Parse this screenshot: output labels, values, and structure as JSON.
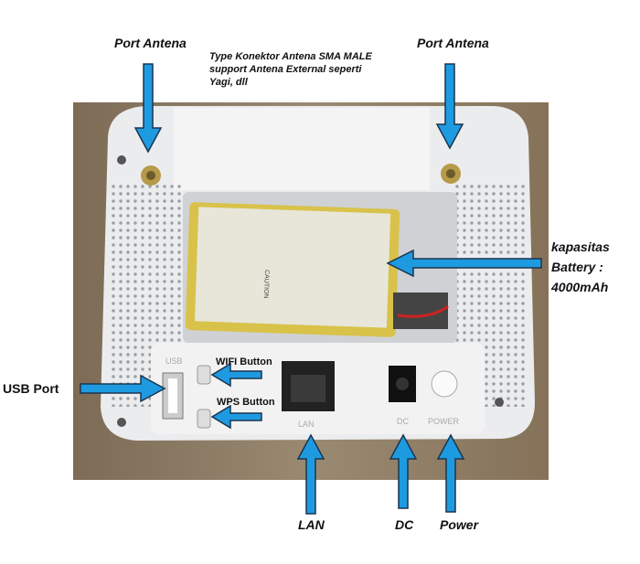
{
  "labels": {
    "antenna_left": "Port Antena",
    "antenna_right": "Port Antena",
    "antenna_note": "Type Konektor Antena SMA MALE\nsupport Antena External seperti\nYagi, dll",
    "battery": "kapasitas\nBattery :\n4000mAh",
    "usb": "USB Port",
    "wifi": "WIFI Button",
    "wps": "WPS Button",
    "lan": "LAN",
    "dc": "DC",
    "power": "Power"
  },
  "device_print": {
    "usb": "USB",
    "lan": "LAN",
    "dc": "DC",
    "power": "POWER",
    "battery_caution": "CAUTION"
  },
  "colors": {
    "arrow": "#1e9be0",
    "arrow_outline": "#1a3550",
    "wood": "#8a7860",
    "device": "#ebecee",
    "battery": "#d8c24a"
  }
}
